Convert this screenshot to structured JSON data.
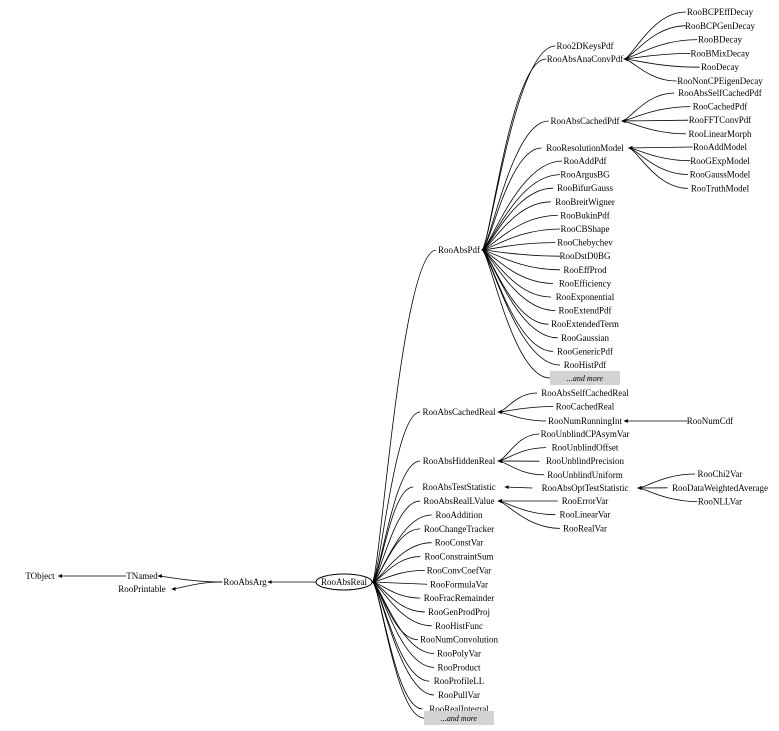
{
  "nodes": {
    "tobject": "TObject",
    "tnamed": "TNamed",
    "rooprintable": "RooPrintable",
    "rooabsarg": "RooAbsArg",
    "rooabsreal": "RooAbsReal",
    "rooabspdf": "RooAbsPdf",
    "rooabscachedreal": "RooAbsCachedReal",
    "rooabshiddenreal": "RooAbsHiddenReal",
    "rooabsteststatistic": "RooAbsTestStatistic",
    "rooabsreallvalue": "RooAbsRealLValue",
    "roo2dkeyspdf": "Roo2DKeysPdf",
    "rooabsanaconvpdf": "RooAbsAnaConvPdf",
    "rooabscachedpdf": "RooAbsCachedPdf",
    "rooresolutionmodel": "RooResolutionModel",
    "roonumrunningint": "RooNumRunningInt",
    "rooabsopteststatistic": "RooAbsOptTestStatistic",
    "roonumcdf": "RooNumCdf"
  },
  "real_children": [
    "RooAddition",
    "RooChangeTracker",
    "RooConstVar",
    "RooConstraintSum",
    "RooConvCoefVar",
    "RooFormulaVar",
    "RooFracRemainder",
    "RooGenProdProj",
    "RooHistFunc",
    "RooNumConvolution",
    "RooPolyVar",
    "RooProduct",
    "RooProfileLL",
    "RooPullVar",
    "RooRealIntegral"
  ],
  "pdf_children": [
    "RooAddPdf",
    "RooArgusBG",
    "RooBifurGauss",
    "RooBreitWigner",
    "RooBukinPdf",
    "RooCBShape",
    "RooChebychev",
    "RooDstD0BG",
    "RooEffProd",
    "RooEfficiency",
    "RooExponential",
    "RooExtendPdf",
    "RooExtendedTerm",
    "RooGaussian",
    "RooGenericPdf",
    "RooHistPdf"
  ],
  "anaconv_children": [
    "RooBCPEffDecay",
    "RooBCPGenDecay",
    "RooBDecay",
    "RooBMixDecay",
    "RooDecay",
    "RooNonCPEigenDecay"
  ],
  "cachedpdf_children": [
    "RooAbsSelfCachedPdf",
    "RooCachedPdf",
    "RooFFTConvPdf",
    "RooLinearMorph"
  ],
  "resolution_children": [
    "RooAddModel",
    "RooGExpModel",
    "RooGaussModel",
    "RooTruthModel"
  ],
  "cachedreal_children": [
    "RooAbsSelfCachedReal",
    "RooCachedReal"
  ],
  "hidden_children": [
    "RooUnblindCPAsymVar",
    "RooUnblindOffset",
    "RooUnblindPrecision",
    "RooUnblindUniform"
  ],
  "lvalue_children": [
    "RooErrorVar",
    "RooLinearVar",
    "RooRealVar"
  ],
  "opt_children": [
    "RooChi2Var",
    "RooDataWeightedAverage",
    "RooNLLVar"
  ],
  "more_label": "...and more",
  "colors": {
    "line": "#000000",
    "more_box": "#d3d3d3",
    "background": "#ffffff"
  }
}
